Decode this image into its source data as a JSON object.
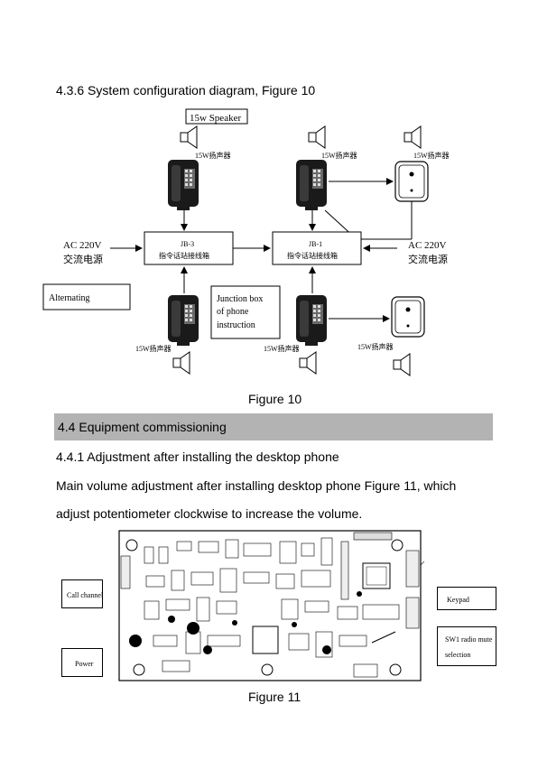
{
  "heading_436": "4.3.6 System configuration diagram, Figure 10",
  "diagram": {
    "speaker_box": "15w Speaker",
    "speaker_label": "15W扬声器",
    "jb3_id": "JB-3",
    "jb1_id": "JB-1",
    "jb_name": "指令话站接线箱",
    "ac_left_line1": "AC 220V",
    "ac_left_line2": "交流电源",
    "ac_right_line1": "AC 220V",
    "ac_right_line2": "交流电源",
    "alternating": "Alternating",
    "junction_line1": "Junction box",
    "junction_line2": "of phone",
    "junction_line3": "instruction"
  },
  "figure10_caption": "Figure 10",
  "section_44": "4.4 Equipment commissioning",
  "heading_441": "4.4.1 Adjustment after installing the desktop phone",
  "para_line1": "Main volume adjustment after installing desktop phone Figure 11, which",
  "para_line2": "adjust potentiometer clockwise to increase the volume.",
  "pcb": {
    "call_channel": "Call channel",
    "power": "Power",
    "keypad": "Keypad",
    "sw1_line1": "SW1 radio mute",
    "sw1_line2": "selection"
  },
  "figure11_caption": "Figure 11"
}
